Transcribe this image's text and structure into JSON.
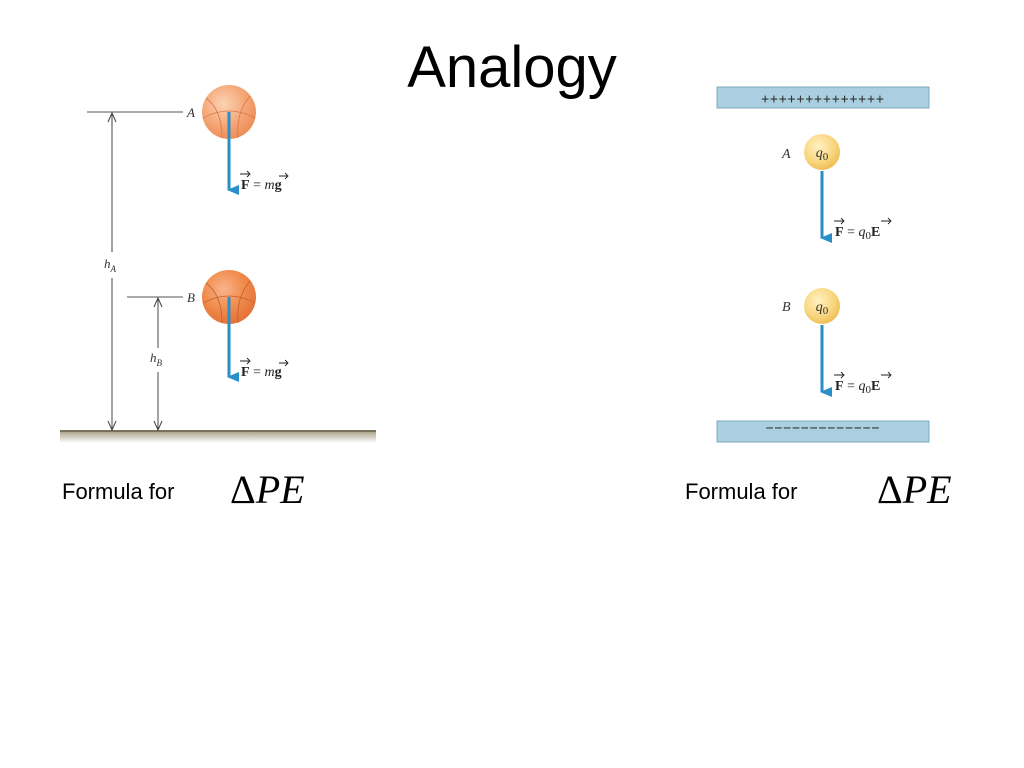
{
  "title": "Analogy",
  "gravity": {
    "point_a": "A",
    "point_b": "B",
    "height_a": "h",
    "height_a_sub": "A",
    "height_b": "h",
    "height_b_sub": "B",
    "force_bold": "F",
    "force_eq": " = ",
    "force_mass": "m",
    "force_field": "g",
    "ball_color": "#f08a4b"
  },
  "electric": {
    "plate_plus": "++++++++++++++",
    "plate_minus": "−−−−−−−−−−−−−",
    "point_a": "A",
    "point_b": "B",
    "charge": "q",
    "charge_sub": "0",
    "force_bold": "F",
    "force_eq": " = ",
    "force_charge": "q",
    "force_charge_sub": "0",
    "force_field": "E",
    "plate_color": "#a9cfe0",
    "charge_color": "#f5c35a",
    "arrow_color": "#2a8ec9"
  },
  "left_caption": "Formula for",
  "right_caption": "Formula for",
  "delta_symbol": "Δ",
  "delta_var": "PE"
}
